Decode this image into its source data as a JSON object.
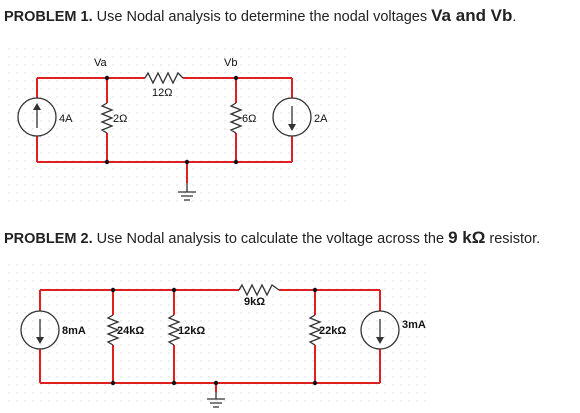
{
  "problem1": {
    "label": "PROBLEM 1.",
    "text": " Use Nodal analysis to determine the nodal voltages ",
    "emph": "Va and Vb",
    "end": "."
  },
  "problem2": {
    "label": "PROBLEM 2.",
    "text": " Use Nodal analysis to calculate the voltage across the ",
    "emph": "9 kΩ",
    "end": " resistor."
  },
  "circuit1": {
    "node_a": "Va",
    "node_b": "Vb",
    "r_series": "12Ω",
    "r_left": "2Ω",
    "r_right": "6Ω",
    "source_left": "4A",
    "source_right": "2A"
  },
  "circuit2": {
    "r_top": "9kΩ",
    "r1": "24kΩ",
    "r2": "12kΩ",
    "r3": "22kΩ",
    "source_left": "8mA",
    "source_right": "3mA"
  }
}
